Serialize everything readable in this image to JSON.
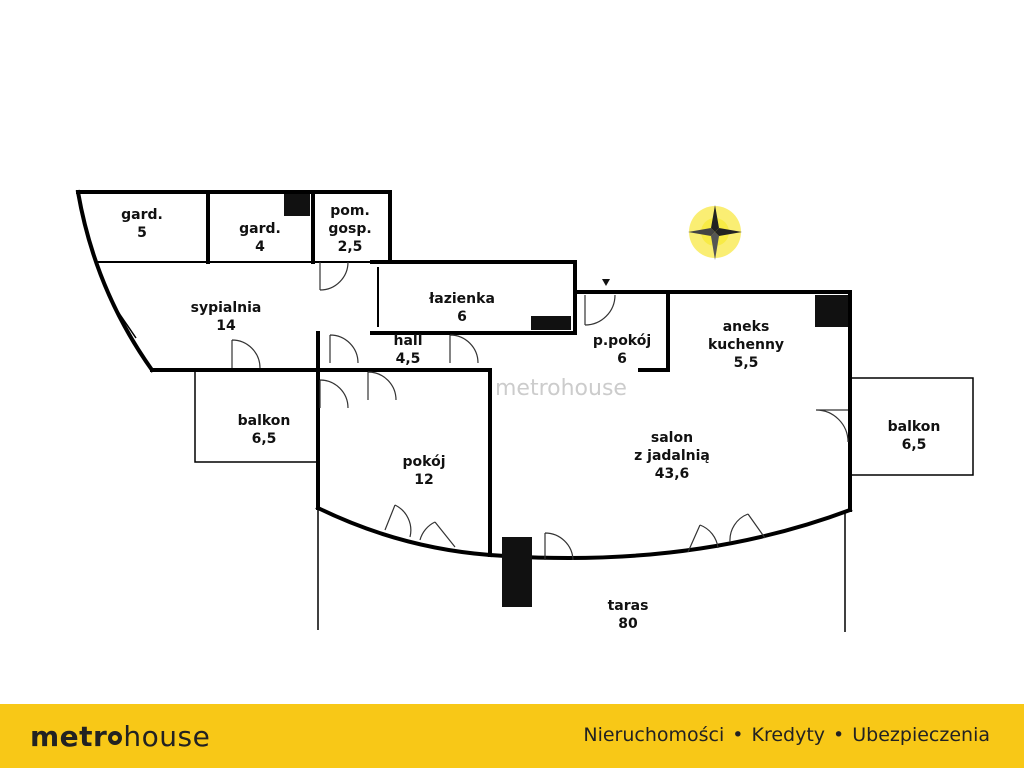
{
  "rooms": {
    "gard5": {
      "name": "gard.",
      "area": "5"
    },
    "gard4": {
      "name": "gard.",
      "area": "4"
    },
    "pom": {
      "name1": "pom.",
      "name2": "gosp.",
      "area": "2,5"
    },
    "sypialnia": {
      "name": "sypialnia",
      "area": "14"
    },
    "lazienka": {
      "name": "łazienka",
      "area": "6"
    },
    "hall": {
      "name": "hall",
      "area": "4,5"
    },
    "ppokoj": {
      "name": "p.pokój",
      "area": "6"
    },
    "aneks": {
      "name1": "aneks",
      "name2": "kuchenny",
      "area": "5,5"
    },
    "balkon_left": {
      "name": "balkon",
      "area": "6,5"
    },
    "pokoj": {
      "name": "pokój",
      "area": "12"
    },
    "salon": {
      "name1": "salon",
      "name2": "z jadalnią",
      "area": "43,6"
    },
    "balkon_right": {
      "name": "balkon",
      "area": "6,5"
    },
    "taras": {
      "name": "taras",
      "area": "80"
    }
  },
  "watermark": "metrohouse",
  "footer": {
    "logo_part1": "metr",
    "logo_part2": "house",
    "tagline1": "Nieruchomości",
    "tagline2": "Kredyty",
    "tagline3": "Ubezpieczenia",
    "separator": "•"
  },
  "colors": {
    "footer_bg": "#f8c817",
    "compass_glow": "#f5e000"
  }
}
